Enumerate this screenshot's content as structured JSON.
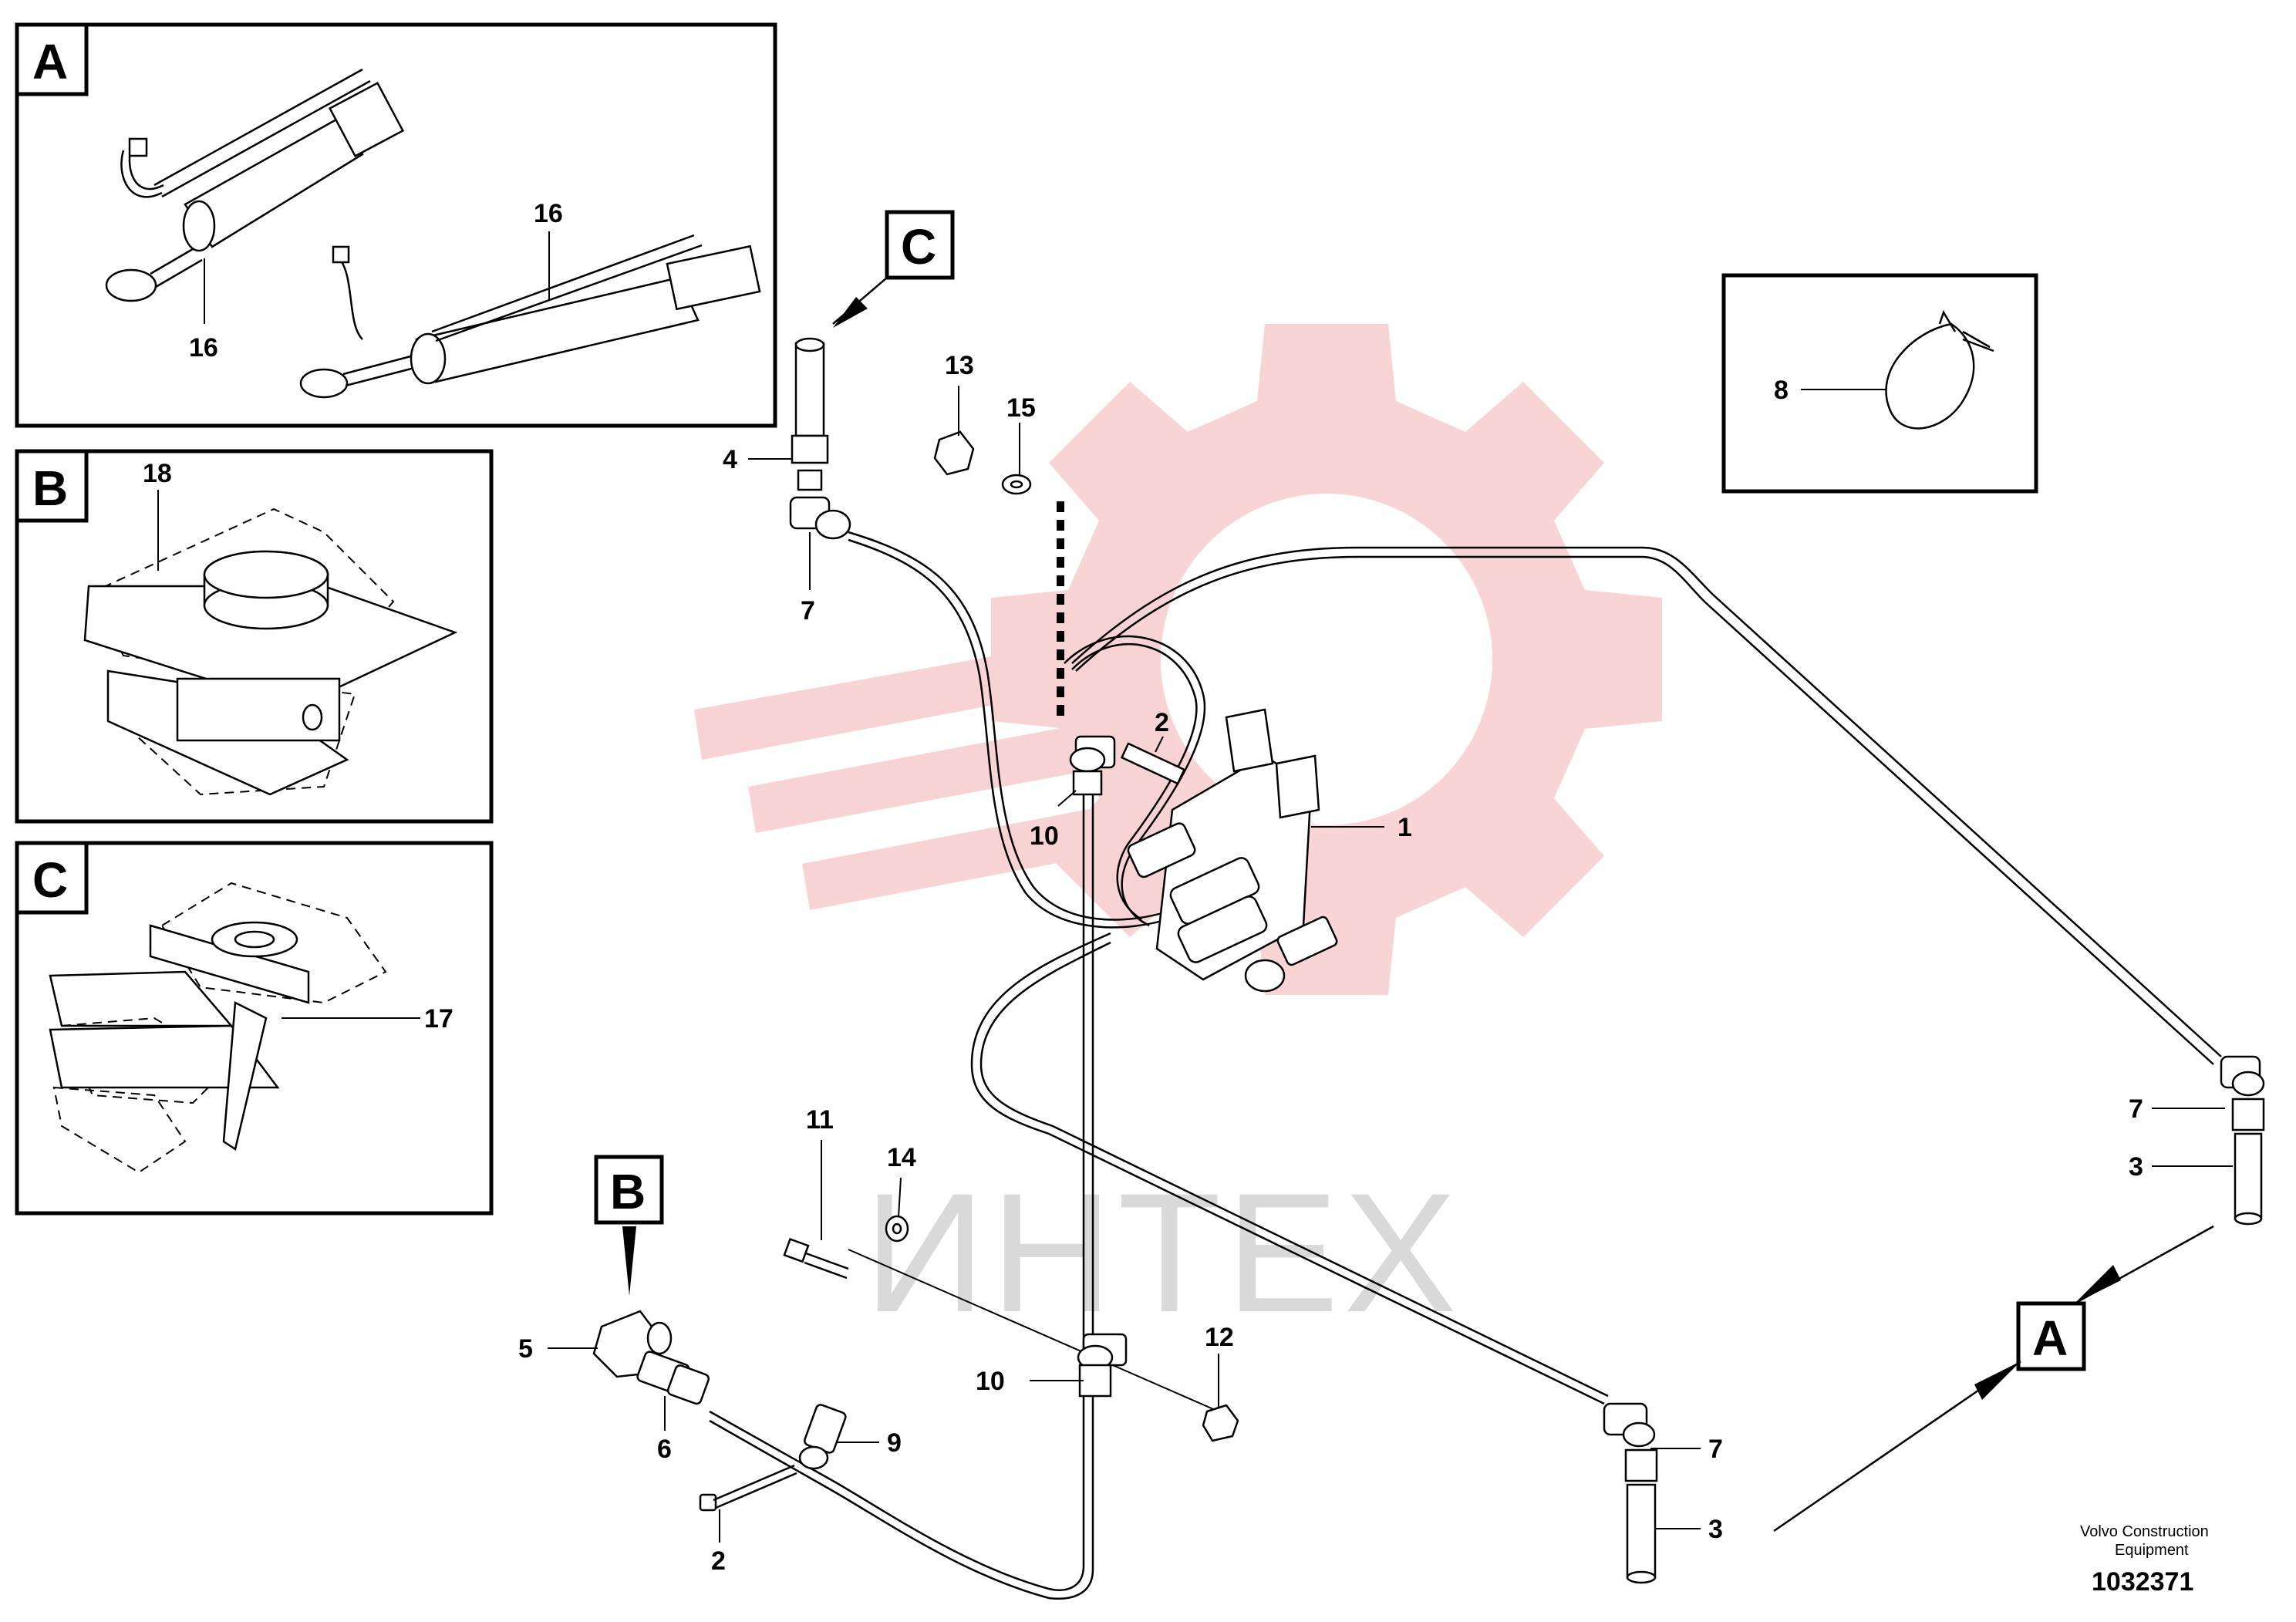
{
  "detail_labels": {
    "a": "A",
    "b": "B",
    "c": "C"
  },
  "view_markers": {
    "a": "A",
    "b": "B",
    "c": "C"
  },
  "part_numbers": {
    "a16_lower": "16",
    "a16_upper": "16",
    "b18": "18",
    "c17": "17",
    "p1": "1",
    "p2_top": "2",
    "p2_bottom": "2",
    "p3_right": "3",
    "p3_bottom": "3",
    "p4": "4",
    "p5": "5",
    "p6": "6",
    "p7_top": "7",
    "p7_right": "7",
    "p7_bottom": "7",
    "p8": "8",
    "p9": "9",
    "p10_top": "10",
    "p10_bottom": "10",
    "p11": "11",
    "p12": "12",
    "p13": "13",
    "p14": "14",
    "p15": "15"
  },
  "footer": {
    "company_line1": "Volvo Construction",
    "company_line2": "Equipment",
    "drawing_number": "1032371"
  },
  "watermark": {
    "text": "ИНТЕХ",
    "gear_color": "#f4b6b8",
    "text_color": "#d9d9d9"
  }
}
